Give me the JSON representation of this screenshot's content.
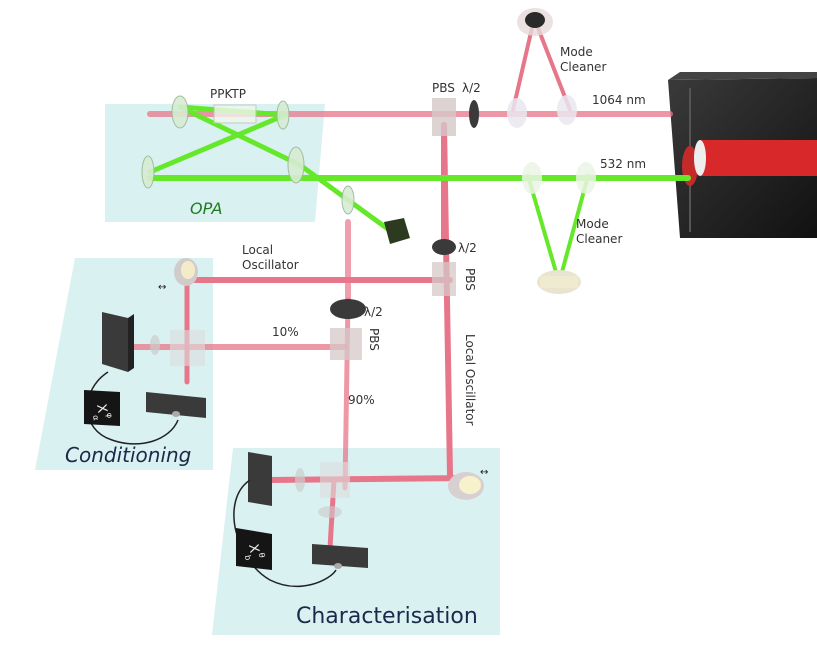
{
  "labels": {
    "ppktp": "PPKTP",
    "pbs_top": "PBS",
    "lambda2_top": "λ/2",
    "mode_cleaner_top_1": "Mode",
    "mode_cleaner_top_2": "Cleaner",
    "wavelength_1064": "1064 nm",
    "wavelength_532": "532 nm",
    "opa": "OPA",
    "mode_cleaner_bottom_1": "Mode",
    "mode_cleaner_bottom_2": "Cleaner",
    "lambda2_mid": "λ/2",
    "pbs_mid": "PBS",
    "local_oscillator_left_1": "Local",
    "local_oscillator_left_2": "Oscillator",
    "local_oscillator_right": "Local Oscillator",
    "pct_10": "10%",
    "lambda2_center": "λ/2",
    "pbs_center": "PBS",
    "pct_90": "90%",
    "conditioning": "Conditioning",
    "characterisation": "Characterisation",
    "xa_symbol": "X",
    "xa_sub": "α",
    "xa_sup": "φ",
    "xb_symbol": "X",
    "xb_sub": "b",
    "xb_sup": "θ"
  },
  "colors": {
    "red_beam": "#e8768a",
    "green_beam": "#66e82a",
    "panel": "#d9f1f1",
    "laser_body": "#1e1e1e",
    "laser_beam": "#d9282a"
  }
}
